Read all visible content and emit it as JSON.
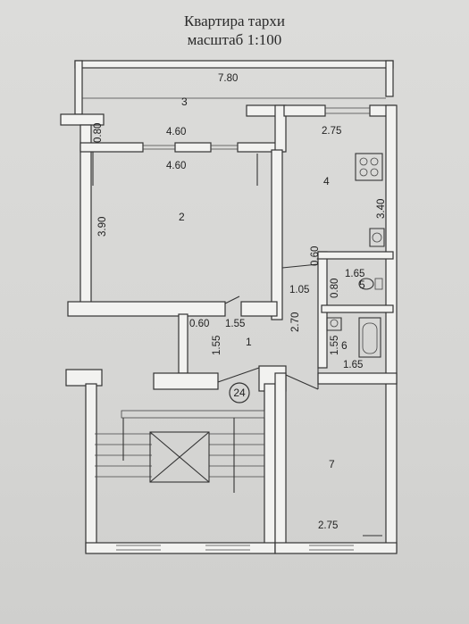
{
  "title": {
    "line1": "Квартира тархи",
    "line2": "масштаб 1:100"
  },
  "dimensions": {
    "balcony_width": "7.80",
    "balcony_depth": "0.80",
    "balcony_window": "4.60",
    "room2_width": "4.60",
    "room2_depth": "3.90",
    "kitchen_width": "2.75",
    "kitchen_depth": "3.40",
    "wc_depth": "0.60",
    "wc_width": "1.65",
    "wc_side": "0.80",
    "hall_a": "1.05",
    "hall_b": "2.70",
    "hall_c": "0.60",
    "hall_d": "1.55",
    "hall_e": "1.55",
    "bath_depth": "1.55",
    "bath_width": "1.65",
    "room7_width": "2.75"
  },
  "rooms": {
    "r1": "1",
    "r2": "2",
    "r3": "3",
    "r4": "4",
    "r5": "5",
    "r6": "6",
    "r7": "7",
    "apt_number": "24"
  }
}
